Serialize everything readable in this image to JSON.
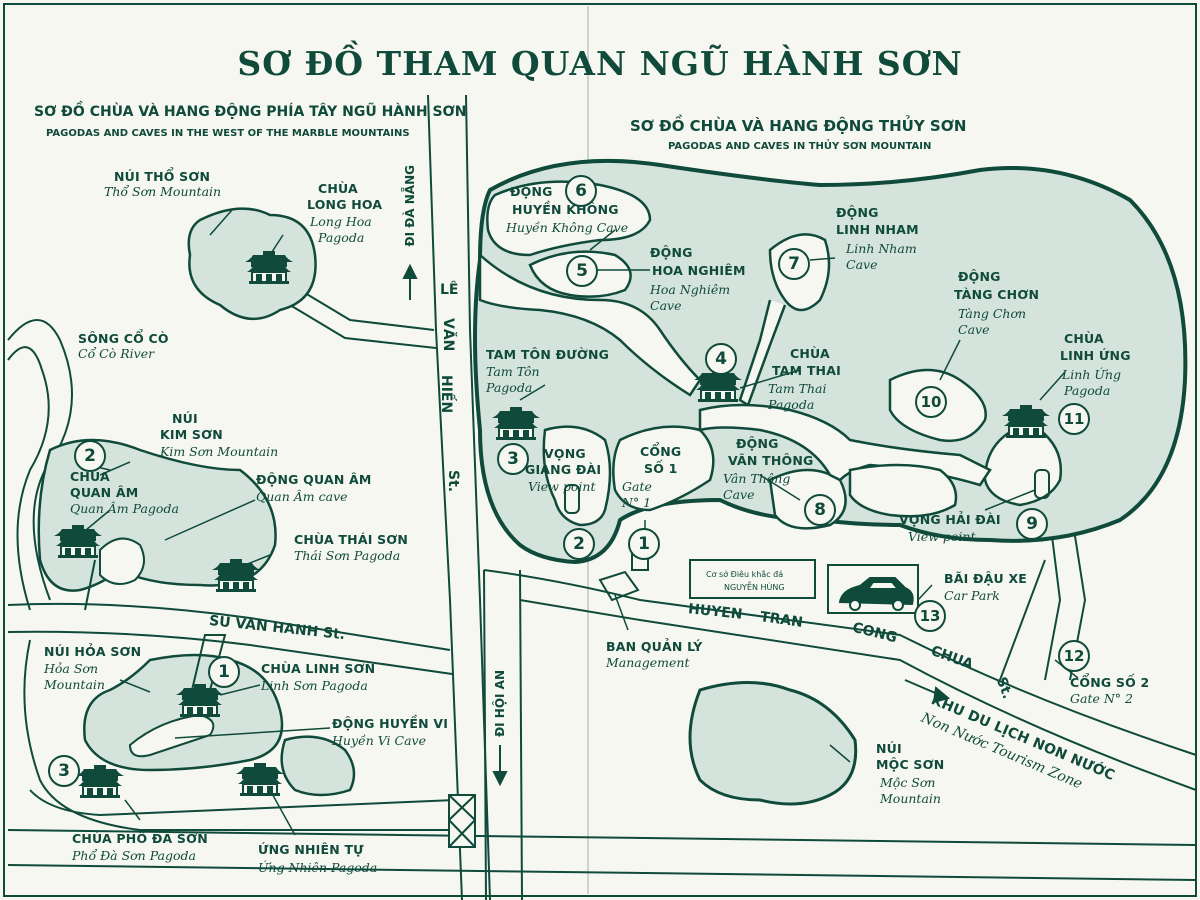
{
  "title": "SƠ ĐỒ THAM QUAN NGŨ HÀNH SƠN",
  "west": {
    "heading_vi": "SƠ ĐỒ CHÙA VÀ HANG ĐỘNG PHÍA TÂY NGŨ HÀNH SƠN",
    "heading_en": "PAGODAS AND CAVES IN THE WEST OF THE MARBLE MOUNTAINS"
  },
  "east": {
    "heading_vi": "SƠ ĐỒ CHÙA VÀ HANG ĐỘNG THỦY SƠN",
    "heading_en": "PAGODAS AND CAVES IN THỦY SƠN  MOUNTAIN"
  },
  "labels": {
    "tho_son_vi": "NÚI THỔ SƠN",
    "tho_son_en": "Thổ Sơn Mountain",
    "long_hoa_vi1": "CHÙA",
    "long_hoa_vi2": "LONG HOA",
    "long_hoa_en1": "Long Hoa",
    "long_hoa_en2": "Pagoda",
    "co_co_vi": "SÔNG CỔ CÒ",
    "co_co_en": "Cổ Cò River",
    "kim_son_vi1": "NÚI",
    "kim_son_vi2": "KIM SƠN",
    "kim_son_en": "Kim Sơn Mountain",
    "quan_am_pagoda_vi1": "CHÙA",
    "quan_am_pagoda_vi2": "QUAN ÂM",
    "quan_am_pagoda_en": "Quan Âm Pagoda",
    "quan_am_cave_vi": "ĐỘNG QUAN ÂM",
    "quan_am_cave_en": "Quan Âm cave",
    "thai_son_vi": "CHÙA THÁI SƠN",
    "thai_son_en": "Thái Sơn Pagoda",
    "hoa_son_vi": "NÚI HỎA SƠN",
    "hoa_son_en1": "Hỏa Sơn",
    "hoa_son_en2": "Mountain",
    "linh_son_vi": "CHÙA LINH SƠN",
    "linh_son_en": "Linh Sơn Pagoda",
    "huyen_vi_vi": "ĐỘNG HUYỀN VI",
    "huyen_vi_en": "Huyền Vi Cave",
    "pho_da_son_vi": "CHÙA PHỔ ĐÀ SƠN",
    "pho_da_son_en": "Phổ Đà Sơn Pagoda",
    "ung_nhien_vi": "ỨNG NHIÊN TỰ",
    "ung_nhien_en": "Ứng Nhiên Pagoda",
    "huyen_khong_vi1": "ĐỘNG",
    "huyen_khong_vi2": "HUYỀN KHÔNG",
    "huyen_khong_en": "Huyền Không Cave",
    "hoa_nghiem_vi1": "ĐỘNG",
    "hoa_nghiem_vi2": "HOA NGHIÊM",
    "hoa_nghiem_en1": "Hoa Nghiêm",
    "hoa_nghiem_en2": "Cave",
    "linh_nham_vi1": "ĐỘNG",
    "linh_nham_vi2": "LINH NHAM",
    "linh_nham_en1": "Linh Nham",
    "linh_nham_en2": "Cave",
    "tang_chon_vi1": "ĐỘNG",
    "tang_chon_vi2": "TÀNG CHƠN",
    "tang_chon_en1": "Tàng Chơn",
    "tang_chon_en2": "Cave",
    "tam_ton_vi": "TAM TÔN ĐƯỜNG",
    "tam_ton_en1": "Tam Tôn",
    "tam_ton_en2": "Pagoda",
    "tam_thai_vi1": "CHÙA",
    "tam_thai_vi2": "TAM THAI",
    "tam_thai_en1": "Tam Thai",
    "tam_thai_en2": "Pagoda",
    "linh_ung_vi1": "CHÙA",
    "linh_ung_vi2": "LINH ỨNG",
    "linh_ung_en1": "Linh Ứng",
    "linh_ung_en2": "Pagoda",
    "vong_giang_vi1": "VỌNG",
    "vong_giang_vi2": "GIANG ĐÀI",
    "vong_giang_en": "View point",
    "cong1_vi1": "CỔNG",
    "cong1_vi2": "SỐ 1",
    "cong1_en1": "Gate",
    "cong1_en2": "N° 1",
    "van_thong_vi1": "ĐỘNG",
    "van_thong_vi2": "VÂN THÔNG",
    "van_thong_en1": "Vân Thông",
    "van_thong_en2": "Cave",
    "vong_hai_vi": "VỌNG HẢI ĐÀI",
    "vong_hai_en": "View point",
    "parking_vi": "BÃI ĐẬU XE",
    "parking_en": "Car Park",
    "workshop1": "Cơ sở Điêu khắc đá",
    "workshop2": "NGUYỄN HÙNG",
    "ban_quan_ly_vi": "BAN QUẢN LÝ",
    "ban_quan_ly_en": "Management",
    "cong2_vi": "CỔNG SỐ 2",
    "cong2_en": "Gate N° 2",
    "khu_du_lich_vi": "KHU DU LỊCH NON NƯỚC",
    "khu_du_lich_en": "Non Nước Tourism Zone",
    "moc_son_vi1": "NÚI",
    "moc_son_vi2": "MỘC SƠN",
    "moc_son_en1": "Mộc Sơn",
    "moc_son_en2": "Mountain"
  },
  "roads": {
    "le_van_hien": [
      "LÊ",
      "VĂN",
      "HIẾN",
      "St."
    ],
    "su_van_hanh": "SU VAN HANH  St.",
    "huyen_tran": [
      "HUYEN",
      "TRAN",
      "CONG",
      "CHUA",
      "St."
    ],
    "di_da_nang": "ĐI ĐÀ NẴNG",
    "di_hoi_an": "ĐI HỘI AN"
  },
  "numbers": {
    "west_2": "2",
    "west_1": "1",
    "west_3": "3",
    "e1": "1",
    "e2": "2",
    "e3": "3",
    "e4": "4",
    "e5": "5",
    "e6": "6",
    "e7": "7",
    "e8": "8",
    "e9": "9",
    "e10": "10",
    "e11": "11",
    "e12": "12",
    "e13": "13"
  },
  "colors": {
    "ink": "#0f4a3b",
    "mountain_fill": "#d4e3dc",
    "paper": "#f7f7f2"
  }
}
